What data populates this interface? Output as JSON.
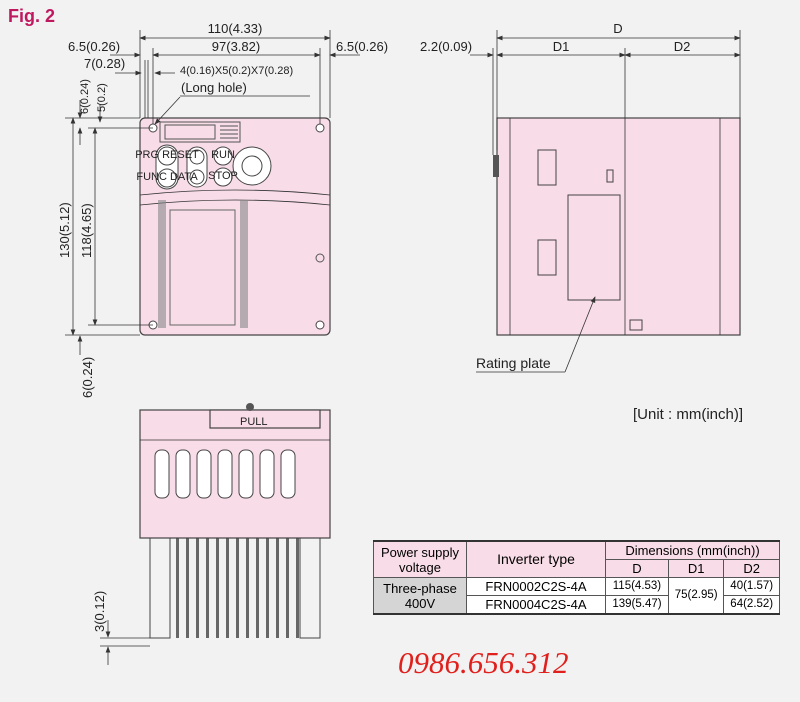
{
  "figure_label": "Fig. 2",
  "front_view": {
    "dim_overall_width": "110(4.33)",
    "dim_hole_pitch_width": "97(3.82)",
    "dim_left_margin": "6.5(0.26)",
    "dim_right_margin": "6.5(0.26)",
    "dim_hole_offset": "7(0.28)",
    "hole_spec": "4(0.16)X5(0.2)X7(0.28)",
    "hole_note": "(Long hole)",
    "dim_top_6": "6(0.24)",
    "dim_top_5": "5(0.2)",
    "dim_overall_height": "130(5.12)",
    "dim_hole_pitch_height": "118(4.65)",
    "dim_bottom": "6(0.24)",
    "keypad": {
      "prg": "PRG RESET",
      "func": "FUNC DATA",
      "run": "RUN",
      "stop": "STOP"
    }
  },
  "side_view": {
    "dim_D": "D",
    "dim_D1": "D1",
    "dim_D2": "D2",
    "dim_offset": "2.2(0.09)",
    "rating_plate_label": "Rating plate"
  },
  "bottom_view": {
    "dim_fin": "3(0.12)",
    "pull_label": "PULL"
  },
  "unit_label": "[Unit : mm(inch)]",
  "table": {
    "headers": {
      "voltage": "Power supply voltage",
      "type": "Inverter type",
      "dimensions": "Dimensions (mm(inch))",
      "D": "D",
      "D1": "D1",
      "D2": "D2"
    },
    "voltage": "Three-phase 400V",
    "shared_D1": "75(2.95)",
    "rows": [
      {
        "type": "FRN0002C2S-4A",
        "D": "115(4.53)",
        "D2": "40(1.57)"
      },
      {
        "type": "FRN0004C2S-4A",
        "D": "139(5.47)",
        "D2": "64(2.52)"
      }
    ]
  },
  "phone": "0986.656.312",
  "colors": {
    "accent": "#c0185f",
    "body_fill": "#f8dde8",
    "phone": "#e0201c"
  }
}
